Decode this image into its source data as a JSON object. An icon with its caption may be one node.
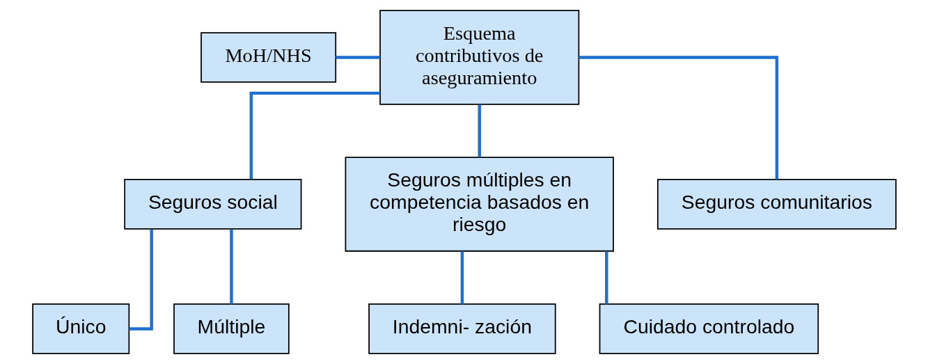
{
  "diagram": {
    "nodes": [
      {
        "text": [
          "MoH/NHS"
        ]
      },
      {
        "text": [
          "Esquema contributivos de aseguramiento"
        ]
      },
      {
        "text": [
          "Seguros social"
        ]
      },
      {
        "text": [
          "Seguros múltiples en competencia basados en riesgo"
        ]
      },
      {
        "text": [
          "Seguros comunitarios"
        ]
      },
      {
        "text": [
          "Único"
        ]
      },
      {
        "text": [
          "Múltiple"
        ]
      },
      {
        "text": [
          "Indemni- zación"
        ]
      },
      {
        "text": [
          "Cuidado controlado"
        ]
      }
    ],
    "edges": [
      {
        "from": 0,
        "to": 1,
        "arrow": "none"
      },
      {
        "from": 1,
        "to": 2,
        "arrow": "none"
      },
      {
        "from": 1,
        "to": 3,
        "arrow": "none"
      },
      {
        "from": 1,
        "to": 4,
        "arrow": "none"
      },
      {
        "from": 2,
        "to": 5,
        "arrow": "none"
      },
      {
        "from": 2,
        "to": 6,
        "arrow": "none"
      },
      {
        "from": 3,
        "to": 7,
        "arrow": "none"
      },
      {
        "from": 3,
        "to": 8,
        "arrow": "none"
      }
    ]
  }
}
